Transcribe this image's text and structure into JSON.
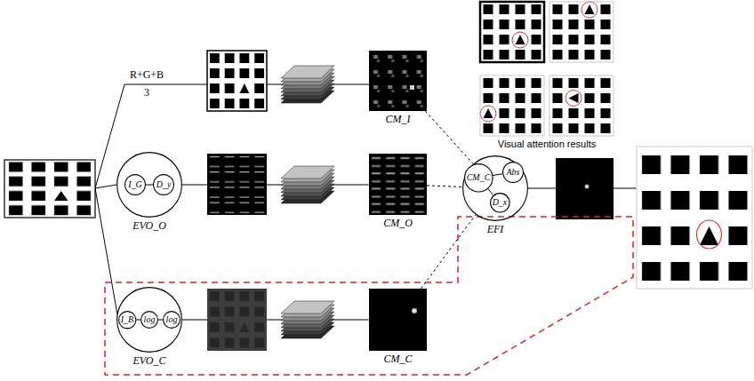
{
  "diagram": {
    "nodes": [
      {
        "text": [
          "EVO_O"
        ]
      },
      {
        "text": [
          "I_G"
        ],
        "in": 0
      },
      {
        "text": [
          "D_y"
        ],
        "in": 0
      },
      {
        "text": [
          "EVO_C"
        ]
      },
      {
        "text": [
          "I_B"
        ],
        "in": 3
      },
      {
        "text": [
          "log"
        ],
        "in": 3
      },
      {
        "text": [
          "log"
        ],
        "in": 3
      },
      {
        "text": [
          "CM_I"
        ]
      },
      {
        "text": [
          "CM_O"
        ]
      },
      {
        "text": [
          "CM_C"
        ]
      },
      {
        "text": [
          "EFI"
        ]
      },
      {
        "text": [
          "CM_C"
        ],
        "in": 10
      },
      {
        "text": [
          "Abs"
        ],
        "in": 10
      },
      {
        "text": [
          "D_x"
        ],
        "in": 10
      }
    ],
    "edges": [
      {
        "from": 1,
        "to": 2,
        "arrow": "none"
      },
      {
        "from": 4,
        "to": 5,
        "arrow": "none"
      },
      {
        "from": 5,
        "to": 6,
        "arrow": "none"
      },
      {
        "from": 11,
        "to": 12,
        "arrow": "none"
      },
      {
        "from": 11,
        "to": 13,
        "arrow": "none"
      },
      {
        "from": 7,
        "to": 10,
        "arrow": "none"
      },
      {
        "from": 8,
        "to": 10,
        "arrow": "none"
      },
      {
        "from": 9,
        "to": 10,
        "arrow": "none"
      }
    ],
    "labels": [
      "R+G+B",
      "3",
      "Visual attention results"
    ]
  }
}
